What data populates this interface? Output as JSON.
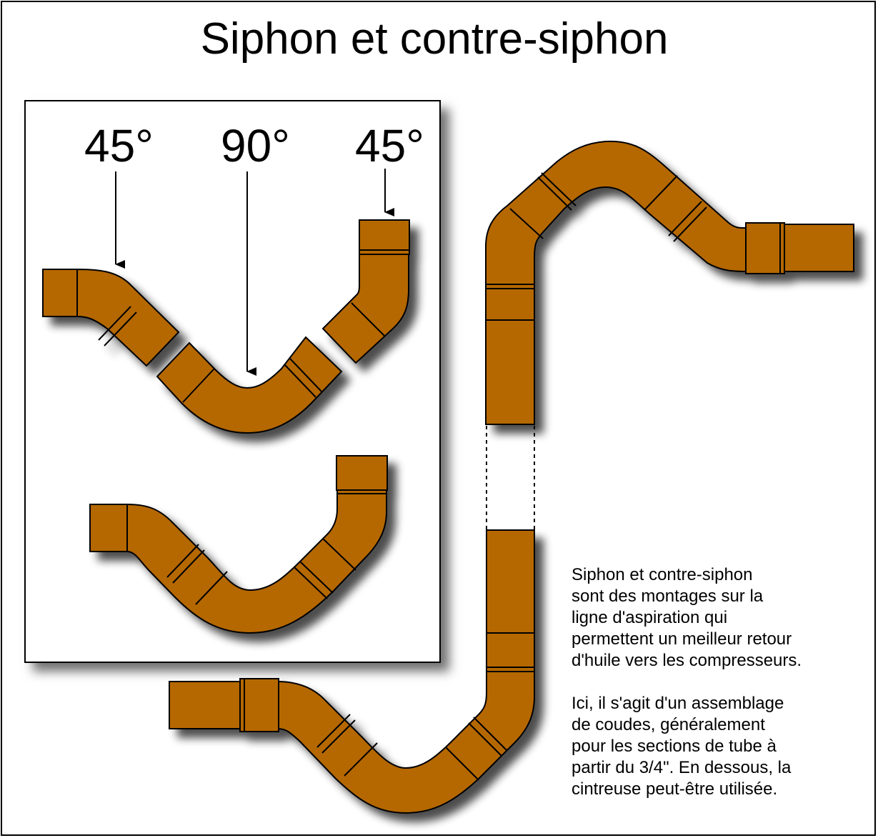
{
  "title": "Siphon et contre-siphon",
  "labels": {
    "angle_left": "45°",
    "angle_middle": "90°",
    "angle_right": "45°"
  },
  "description": {
    "paragraph_1": [
      "Siphon et contre-siphon",
      "sont des montages sur la",
      "ligne d'aspiration qui",
      "permettent un meilleur retour",
      "d'huile vers les compresseurs."
    ],
    "paragraph_2": [
      "Ici, il s'agit d'un assemblage",
      "de coudes, généralement",
      "pour les sections de tube à",
      "partir du 3/4\". En dessous, la",
      "cintreuse peut-être utilisée."
    ]
  },
  "colors": {
    "pipe": "#b56800",
    "outline": "#000000",
    "background": "#ffffff"
  }
}
